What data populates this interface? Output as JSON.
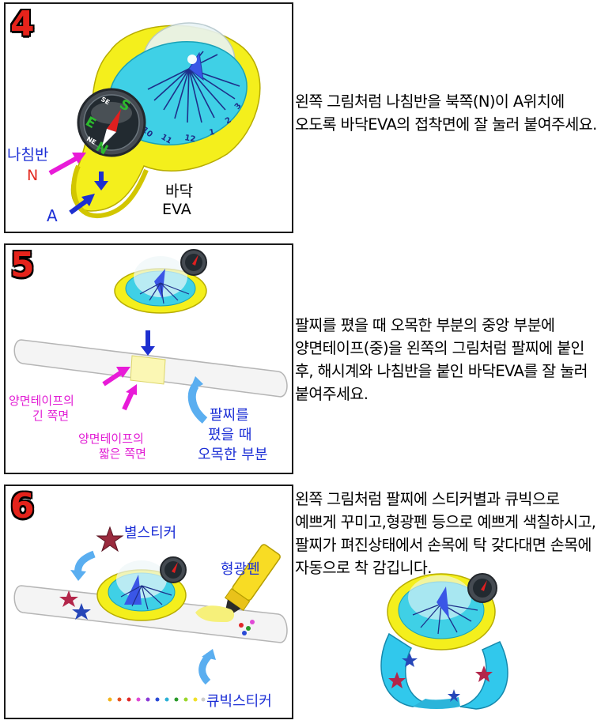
{
  "steps": [
    {
      "number": "4",
      "labels": {
        "compass": "나침반",
        "north": "N",
        "point_a": "A",
        "base_line1": "바닥",
        "base_line2": "EVA"
      },
      "description": "왼쪽 그림처럼 나침반을 북쪽(N)이 A위치에 오도록 바닥EVA의 접착면에 잘 눌러 붙여주세요."
    },
    {
      "number": "5",
      "labels": {
        "tape_long_line1": "양면테이프의",
        "tape_long_line2": "긴 쪽면",
        "tape_short_line1": "양면테이프의",
        "tape_short_line2": "짧은 쪽면",
        "concave_line1": "팔찌를",
        "concave_line2": "폈을 때",
        "concave_line3": "오목한 부분"
      },
      "description": "팔찌를 폈을 때 오목한 부분의 중앙 부분에 양면테이프(중)을 왼쪽의 그림처럼 팔찌에 붙인 후, 해시계와 나침반을 붙인 바닥EVA를 잘 눌러 붙여주세요."
    },
    {
      "number": "6",
      "labels": {
        "star_sticker": "별스티커",
        "highlighter": "형광펜",
        "cubic_sticker": "큐빅스티커"
      },
      "description": "왼쪽 그림처럼 팔찌에 스티커별과 큐빅으로 예쁘게 꾸미고,형광펜 등으로 예쁘게 색칠하시고, 팔찌가 펴진상태에서 손목에 탁 갖다대면 손목에 자동으로 착 감깁니다."
    }
  ],
  "dial": {
    "numbers": [
      "10",
      "11",
      "12",
      "1",
      "2",
      "3"
    ]
  },
  "compass": {
    "letters": [
      "N",
      "E",
      "S",
      "NE",
      "SE"
    ]
  },
  "colors": {
    "step_number": "#e5231b",
    "blue_arrow": "#1d2fd0",
    "magenta_arrow": "#e81bd8",
    "light_blue_arrow": "#5aaef0",
    "yellow_base": "#f4ef1c",
    "cyan_dial": "#3fd0e6",
    "magenta_text": "#e21ed4",
    "blue_text": "#1c2fd6",
    "red_text": "#e32b21"
  }
}
